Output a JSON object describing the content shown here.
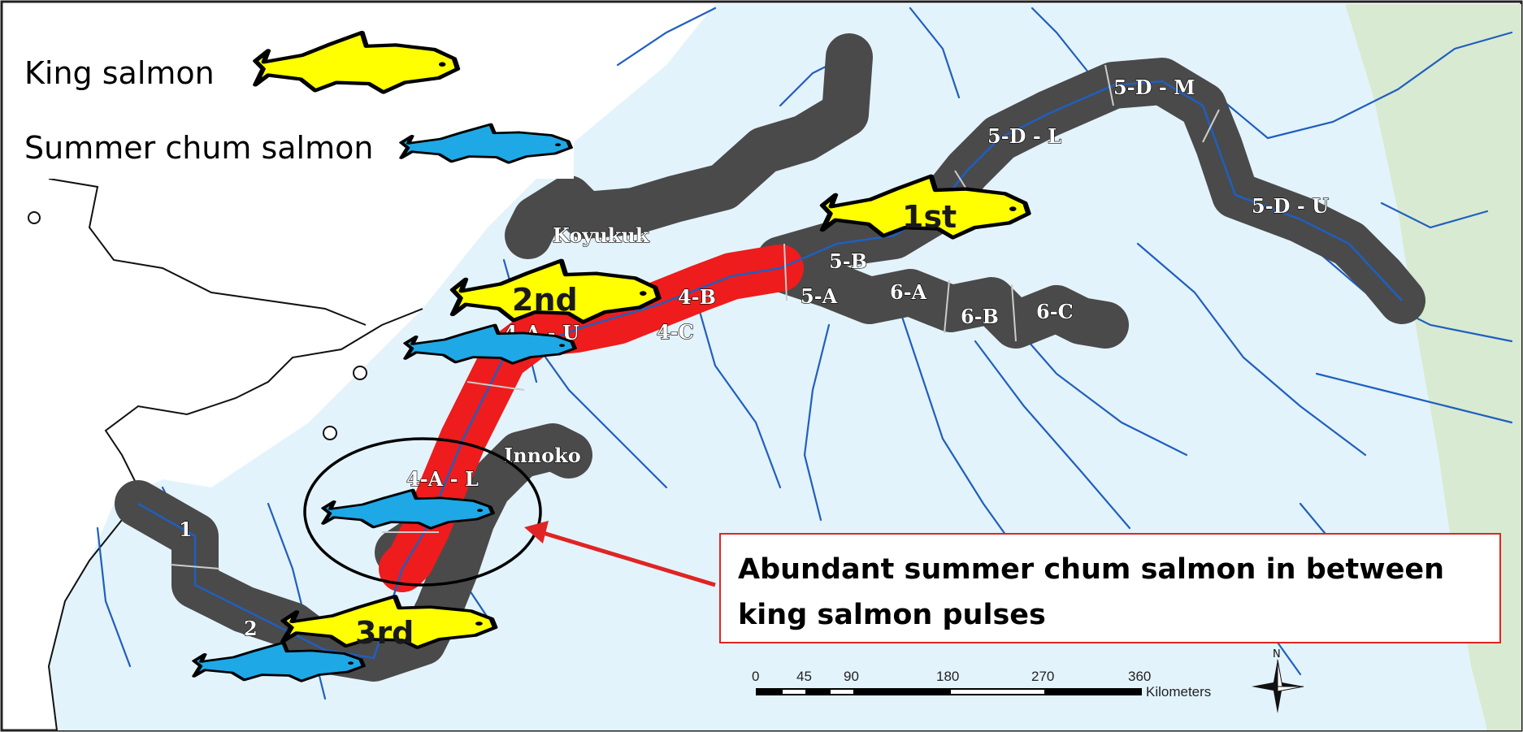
{
  "legend": {
    "king": "King salmon",
    "chum": "Summer chum salmon"
  },
  "ranks": {
    "first": "1st",
    "second": "2nd",
    "third": "3rd"
  },
  "segments": {
    "koyukuk": "Koyukuk",
    "innoko": "Innoko",
    "s1": "1",
    "s2": "2",
    "s4al": "4-A - L",
    "s4au": "4-A - U",
    "s4b": "4-B",
    "s4c": "4-C",
    "s5a": "5-A",
    "s5b": "5-B",
    "s6a": "6-A",
    "s6b": "6-B",
    "s6c": "6-C",
    "s5dl": "5-D - L",
    "s5dm": "5-D - M",
    "s5du": "5-D - U"
  },
  "callout": {
    "line1": "Abundant summer chum salmon in between",
    "line2": "king salmon pulses"
  },
  "scale_bar": {
    "ticks": [
      "0",
      "45",
      "90",
      "180",
      "270",
      "360"
    ],
    "unit": "Kilometers"
  },
  "north_label": "N",
  "colors": {
    "land": "#ffffff",
    "basin": "#e3f3fb",
    "canada": "#d8ead2",
    "river": "#1f5fbf",
    "corridor": "#4a4a4a",
    "highlight": "#ee1c1c",
    "king_fish": "#ffff00",
    "chum_fish": "#1ea8e6",
    "callout_border": "#e02424",
    "arrow": "#e02424"
  }
}
